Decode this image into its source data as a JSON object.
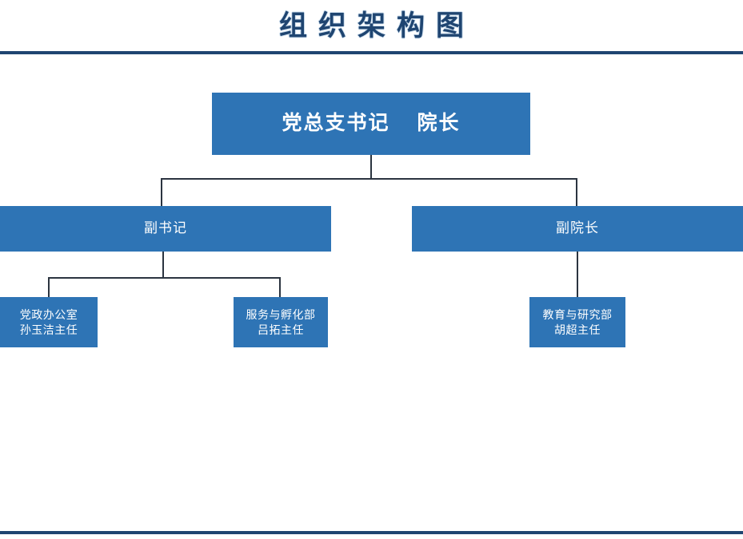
{
  "header": {
    "title": "组织架构图",
    "rule_color": "#1f4571"
  },
  "theme": {
    "node_fill": "#2e74b5",
    "node_text": "#ffffff",
    "connector_color": "#2b3440",
    "background": "#ffffff"
  },
  "chart_data": {
    "type": "diagram",
    "title": "组织架构图",
    "orientation": "top-down",
    "levels": 3,
    "nodes": [
      {
        "id": "root",
        "level": 1,
        "label_primary": "党总支书记",
        "label_secondary": "院长",
        "parent": null
      },
      {
        "id": "deputy-secretary",
        "level": 2,
        "label": "副书记",
        "parent": "root"
      },
      {
        "id": "deputy-dean",
        "level": 2,
        "label": "副院长",
        "parent": "root"
      },
      {
        "id": "office",
        "level": 3,
        "dept": "党政办公室",
        "person": "孙玉洁主任",
        "parent": "deputy-secretary"
      },
      {
        "id": "incubation",
        "level": 3,
        "dept": "服务与孵化部",
        "person": "吕拓主任",
        "parent": "deputy-secretary"
      },
      {
        "id": "research",
        "level": 3,
        "dept": "教育与研究部",
        "person": "胡超主任",
        "parent": "deputy-dean"
      }
    ]
  }
}
